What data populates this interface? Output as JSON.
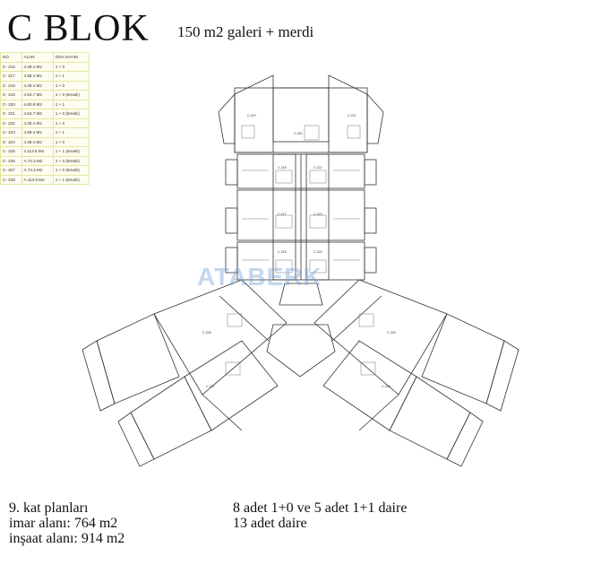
{
  "header": {
    "title": "C BLOK",
    "subtitle": "150 m2 galeri + merdi"
  },
  "table": {
    "headers": [
      "NO",
      "ALAN",
      "ODA SAYISI"
    ],
    "rows": [
      [
        "C- 216",
        "4.39.4 M2",
        "1 + 0"
      ],
      [
        "C- 217",
        "4.58.4 M2",
        "1 + 1"
      ],
      [
        "C- 218",
        "4.39.4 M2",
        "1 + 0"
      ],
      [
        "C- 219",
        "4.64.7 M2",
        "1 + 0  (teraslı)"
      ],
      [
        "C- 220",
        "4.60.8 M2",
        "1 + 1"
      ],
      [
        "C- 221",
        "4.64.7 M2",
        "1 + 0  (teraslı)"
      ],
      [
        "C- 222",
        "4.39.4 M2",
        "1 + 0"
      ],
      [
        "C- 223",
        "4.58.4 M2",
        "1 + 1"
      ],
      [
        "C- 224",
        "4.39.4 M2",
        "1 + 0"
      ],
      [
        "C- 225",
        "4.113.5 M2",
        "1 + 1  (teraslı)"
      ],
      [
        "C- 226",
        "A.74.3 M2",
        "1 + 0  (teraslı)"
      ],
      [
        "C- 227",
        "A.74.3 M2",
        "1 + 0  (teraslı)"
      ],
      [
        "C- 228",
        "A.113.5 M2",
        "1 + 1  (teraslı)"
      ]
    ]
  },
  "plan": {
    "watermark": "ATABERK",
    "unit_labels": [
      "C-220",
      "C-219",
      "C-221",
      "C-218",
      "C-222",
      "C-217",
      "C-223",
      "C-216",
      "C-224",
      "C-228",
      "C-225",
      "C-227",
      "C-226"
    ]
  },
  "footer": {
    "left_lines": [
      "9. kat planları",
      "imar alanı: 764 m2",
      "inşaat alanı: 914 m2"
    ],
    "right_lines": [
      "8 adet 1+0 ve 5 adet 1+1 daire",
      "13 adet daire"
    ]
  }
}
